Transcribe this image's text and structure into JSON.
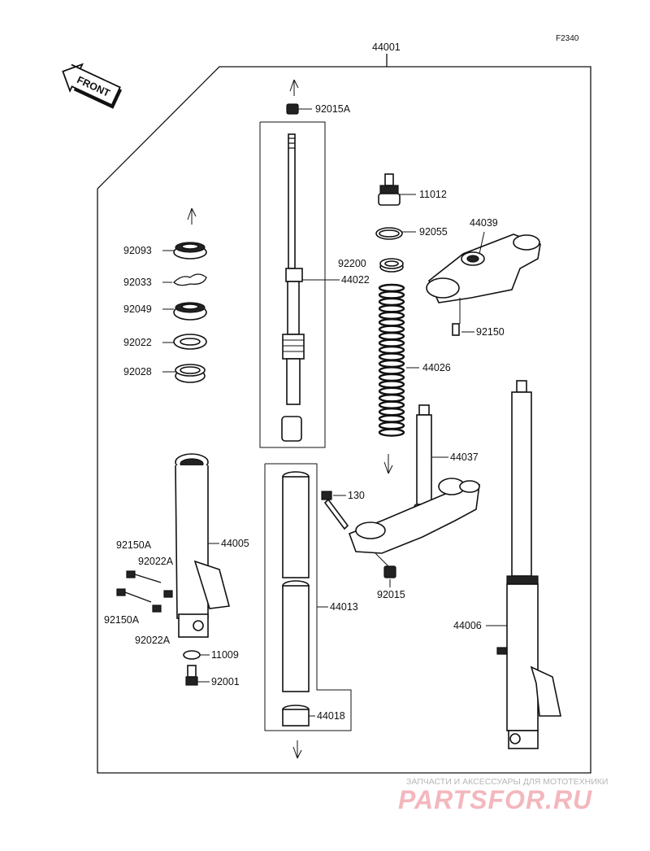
{
  "diagram": {
    "code": "F2340",
    "front_label": "FRONT"
  },
  "labels": {
    "44001": "44001",
    "92015A": "92015A",
    "92093": "92093",
    "92033": "92033",
    "92049": "92049",
    "92022": "92022",
    "92028": "92028",
    "11012": "11012",
    "92055": "92055",
    "44039": "44039",
    "92200": "92200",
    "44022": "44022",
    "92150": "92150",
    "44026": "44026",
    "44037": "44037",
    "130": "130",
    "92150A": "92150A",
    "44005": "44005",
    "92022A": "92022A",
    "92015": "92015",
    "44013": "44013",
    "44006": "44006",
    "11009": "11009",
    "92001": "92001",
    "44018": "44018"
  },
  "watermark": {
    "caption": "ЗАПЧАСТИ И АКСЕССУАРЫ ДЛЯ МОТОТЕХНИКИ",
    "logo": "PARTSFOR.RU"
  }
}
